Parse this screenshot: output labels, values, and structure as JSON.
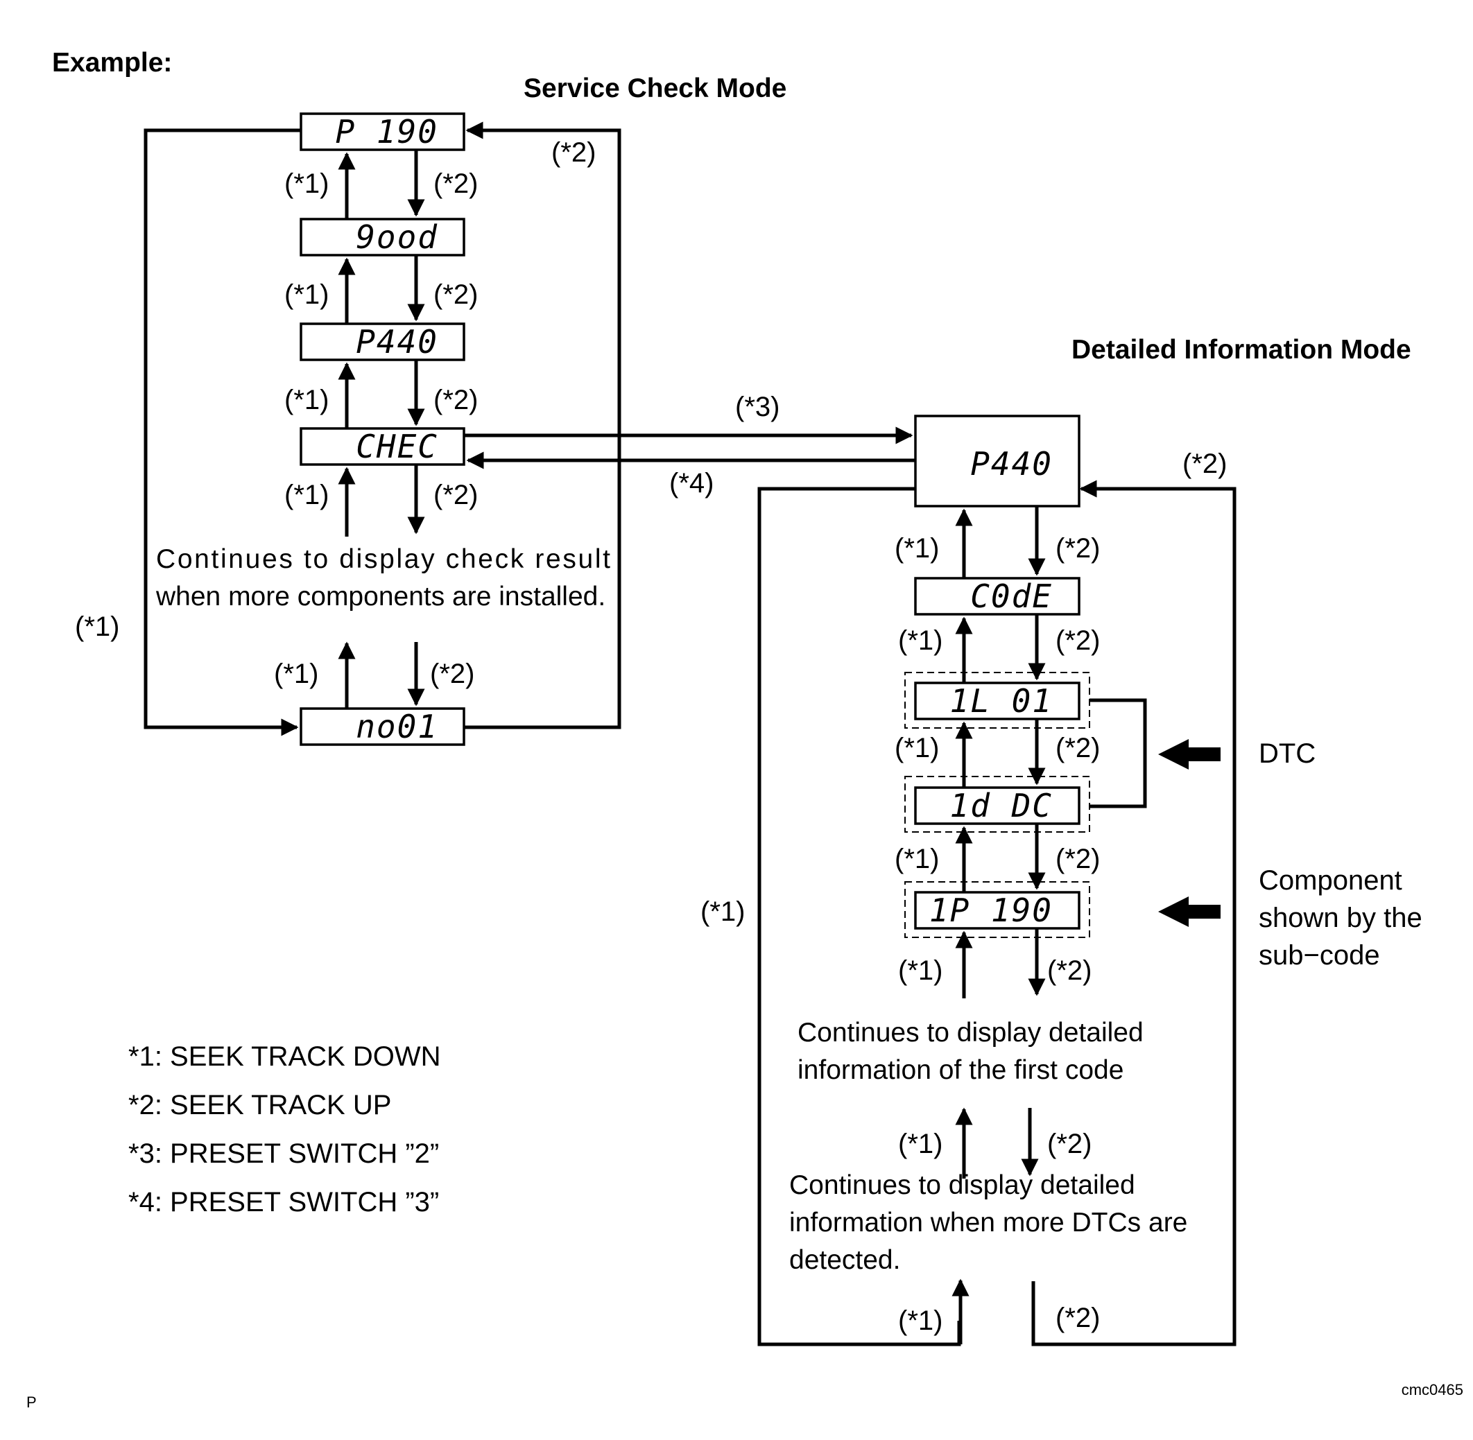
{
  "header": {
    "example": "Example:",
    "service_mode": "Service Check Mode",
    "detailed_mode": "Detailed Information Mode"
  },
  "service_displays": [
    "P 190",
    "9ood",
    "P440",
    "CHEC",
    "no01"
  ],
  "detailed_displays": [
    "P440",
    "C0dE",
    "1L_01",
    "1d_DC",
    "1P_190"
  ],
  "labels": {
    "l1": "(*1)",
    "l2": "(*2)",
    "l3": "(*3)",
    "l4": "(*4)"
  },
  "notes": {
    "service_continue_1": "Continues to display check result",
    "service_continue_2": "when more components are installed.",
    "detail_continue_1": "Continues to display detailed",
    "detail_continue_2": "information of the first code",
    "detail_more_1": "Continues to display detailed",
    "detail_more_2": "information when more DTCs are",
    "detail_more_3": "detected."
  },
  "side_labels": {
    "dtc": "DTC",
    "component_1": "Component",
    "component_2": "shown by the",
    "component_3": "sub−code"
  },
  "legend": [
    "*1: SEEK TRACK DOWN",
    "*2: SEEK TRACK UP",
    "*3: PRESET SWITCH ”2”",
    "*4: PRESET SWITCH ”3”"
  ],
  "footer": {
    "left": "P",
    "right": "cmc0465"
  }
}
